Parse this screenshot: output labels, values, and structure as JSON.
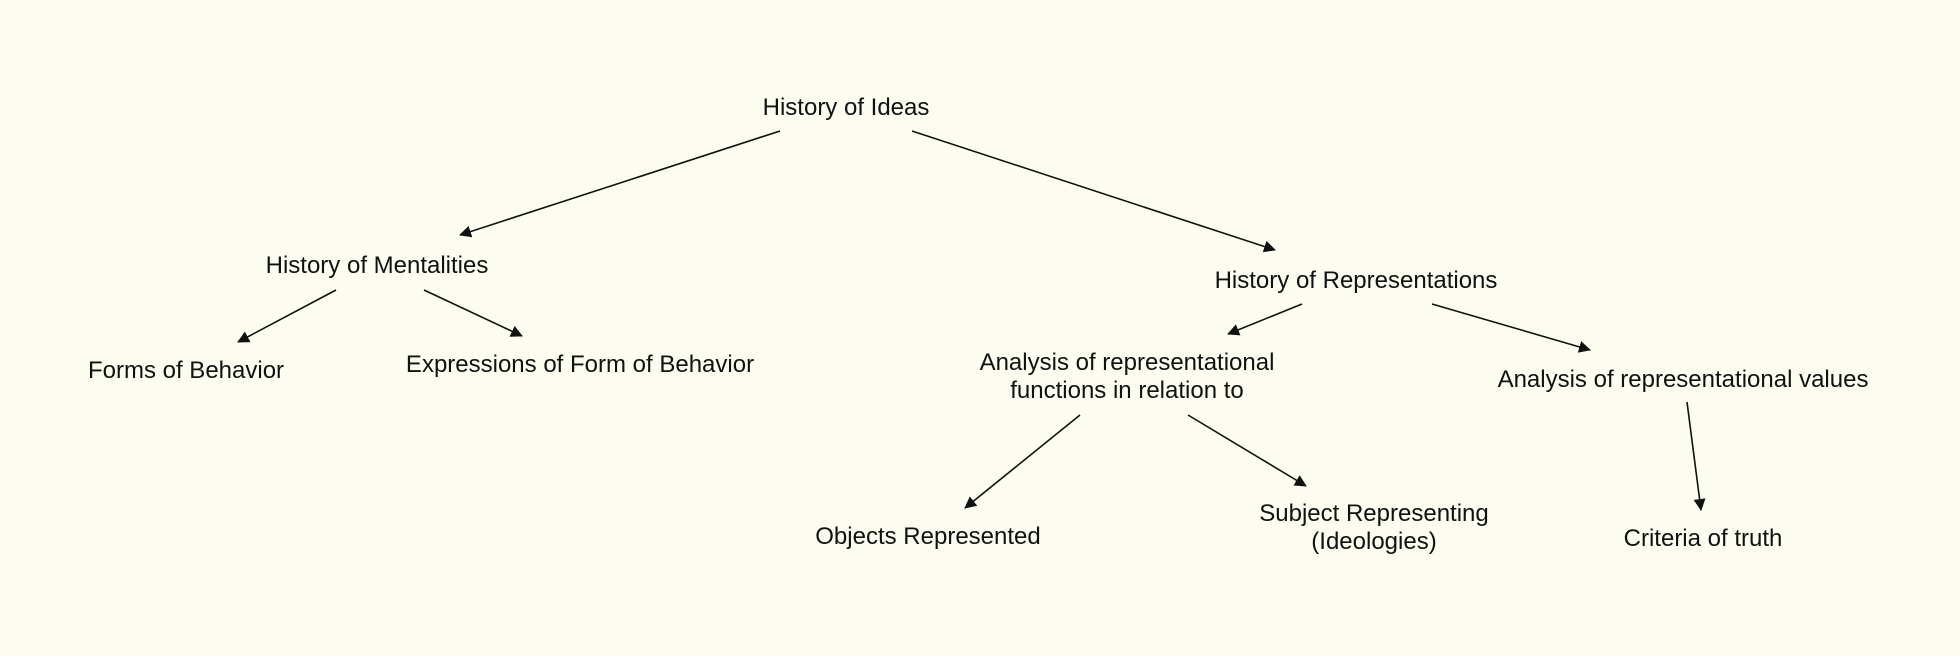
{
  "diagram": {
    "type": "concept-map",
    "colors": {
      "background": "#fdfcf1",
      "text": "#111111",
      "edge": "#111111"
    },
    "nodes": [
      {
        "id": "history_of_ideas",
        "lines": [
          "History of Ideas"
        ]
      },
      {
        "id": "history_of_mentalities",
        "lines": [
          "History of Mentalities"
        ]
      },
      {
        "id": "history_of_representations",
        "lines": [
          "History of Representations"
        ]
      },
      {
        "id": "forms_of_behavior",
        "lines": [
          "Forms of Behavior"
        ]
      },
      {
        "id": "expressions_of_form_of_behavior",
        "lines": [
          "Expressions of Form of Behavior"
        ]
      },
      {
        "id": "analysis_functions",
        "lines": [
          "Analysis of representational",
          "functions in relation to"
        ]
      },
      {
        "id": "analysis_values",
        "lines": [
          "Analysis of representational values"
        ]
      },
      {
        "id": "objects_represented",
        "lines": [
          "Objects Represented"
        ]
      },
      {
        "id": "subject_representing",
        "lines": [
          "Subject Representing",
          "(Ideologies)"
        ]
      },
      {
        "id": "criteria_of_truth",
        "lines": [
          "Criteria of truth"
        ]
      }
    ],
    "edges": [
      {
        "from": "history_of_ideas",
        "to": "history_of_mentalities"
      },
      {
        "from": "history_of_ideas",
        "to": "history_of_representations"
      },
      {
        "from": "history_of_mentalities",
        "to": "forms_of_behavior"
      },
      {
        "from": "history_of_mentalities",
        "to": "expressions_of_form_of_behavior"
      },
      {
        "from": "history_of_representations",
        "to": "analysis_functions"
      },
      {
        "from": "history_of_representations",
        "to": "analysis_values"
      },
      {
        "from": "analysis_functions",
        "to": "objects_represented"
      },
      {
        "from": "analysis_functions",
        "to": "subject_representing"
      },
      {
        "from": "analysis_values",
        "to": "criteria_of_truth"
      }
    ]
  }
}
